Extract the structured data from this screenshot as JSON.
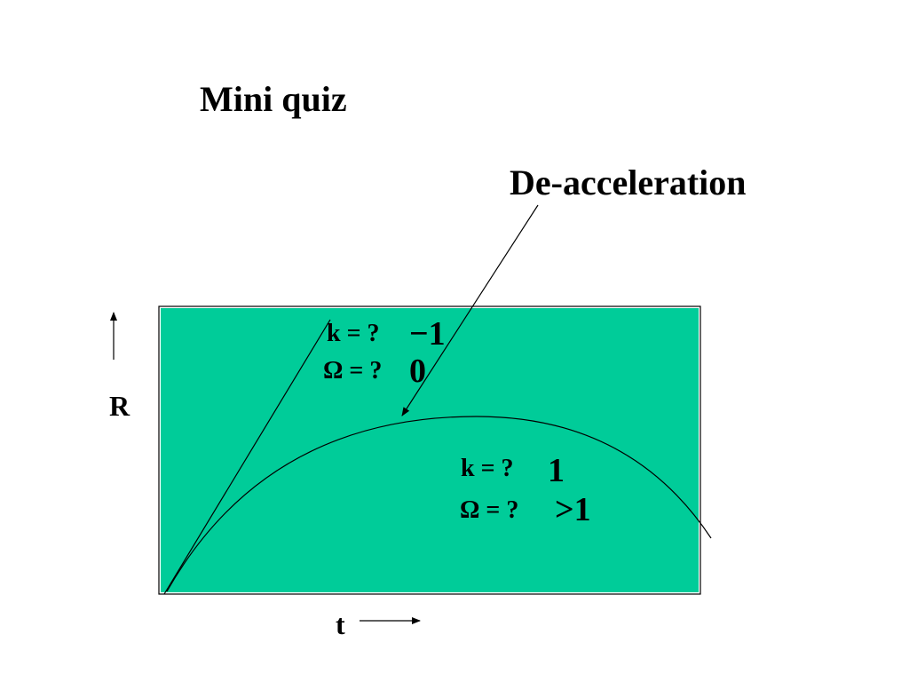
{
  "slide": {
    "title": "Mini quiz",
    "callout": "De-acceleration",
    "axis_y_label": "R",
    "axis_x_label": "t"
  },
  "panel_color": "#00cc99",
  "labels": {
    "open": {
      "k_prompt": "k = ?",
      "k_answer": "−1",
      "omega_prompt": "Ω = ?",
      "omega_answer": "0"
    },
    "closed": {
      "k_prompt": "k = ?",
      "k_answer": "1",
      "omega_prompt": "Ω = ?",
      "omega_answer": ">1"
    }
  }
}
